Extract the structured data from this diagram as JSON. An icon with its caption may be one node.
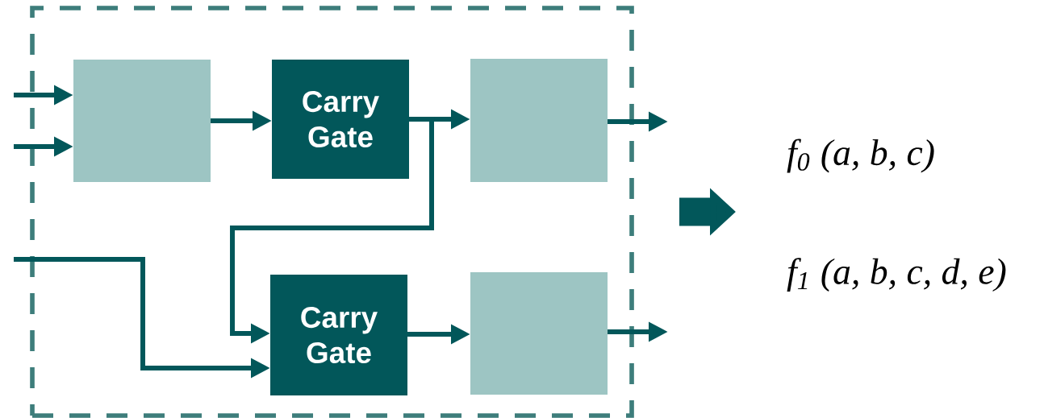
{
  "diagram": {
    "nodes": [
      {
        "text": [],
        "shape": "box"
      },
      {
        "text": [],
        "shape": "box",
        "in": 0
      },
      {
        "text": [
          "Carry Gate"
        ],
        "in": 0
      },
      {
        "text": [],
        "shape": "box",
        "in": 0
      },
      {
        "text": [
          "Carry Gate"
        ],
        "in": 0
      },
      {
        "text": [],
        "shape": "box",
        "in": 0
      },
      {
        "text": [
          "f$_{0}$ (a, b, c)",
          "f$_{1}$ (a, b, c, d, e)"
        ]
      }
    ],
    "edges": [
      {
        "from": null,
        "to": 1,
        "arrow": "to"
      },
      {
        "from": null,
        "to": 1,
        "arrow": "to"
      },
      {
        "from": 1,
        "to": 2,
        "arrow": "to"
      },
      {
        "from": 2,
        "to": 3,
        "arrow": "to"
      },
      {
        "from": 2,
        "to": 4,
        "arrow": "to"
      },
      {
        "from": null,
        "to": 4,
        "arrow": "to"
      },
      {
        "from": 4,
        "to": 5,
        "arrow": "to"
      },
      {
        "from": 3,
        "to": null,
        "arrow": "to"
      },
      {
        "from": 5,
        "to": null,
        "arrow": "to"
      },
      {
        "from": 0,
        "to": 6,
        "arrow": "to",
        "style": "thick"
      }
    ]
  }
}
